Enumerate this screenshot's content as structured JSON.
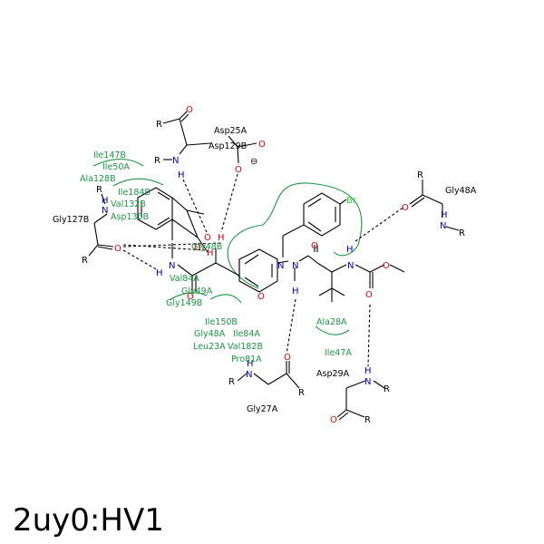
{
  "title": "2uy0:HV1",
  "colors": {
    "carbon": "#000000",
    "oxygen": "#e00000",
    "nitrogen": "#0000c8",
    "bromine": "#33cc33",
    "residue": "#1a9641"
  },
  "atoms": {
    "N": "N",
    "O": "O",
    "H": "H",
    "R": "R",
    "Br": "Br",
    "charge": "⊖"
  },
  "residues": {
    "asp25a": "Asp25A",
    "asp129b": "Asp129B",
    "ile147b": "Ile147B",
    "ile50a": "Ile50A",
    "ala128b": "Ala128B",
    "ile184b": "Ile184B",
    "val132b": "Val132B",
    "asp130b": "Asp130B",
    "gly127b": "Gly127B",
    "gly48b": "Gly48B",
    "val84a": "Val84A",
    "gly49a": "Gly49A",
    "gly149b": "Gly149B",
    "ile150b": "Ile150B",
    "gly48a_mid": "Gly48A",
    "ile84a": "Ile84A",
    "leu23a": "Leu23A",
    "val182b": "Val182B",
    "pro81a": "Pro81A",
    "gly27a": "Gly27A",
    "ala28a": "Ala28A",
    "ile47a": "Ile47A",
    "asp29a": "Asp29A",
    "gly48a_right": "Gly48A"
  }
}
